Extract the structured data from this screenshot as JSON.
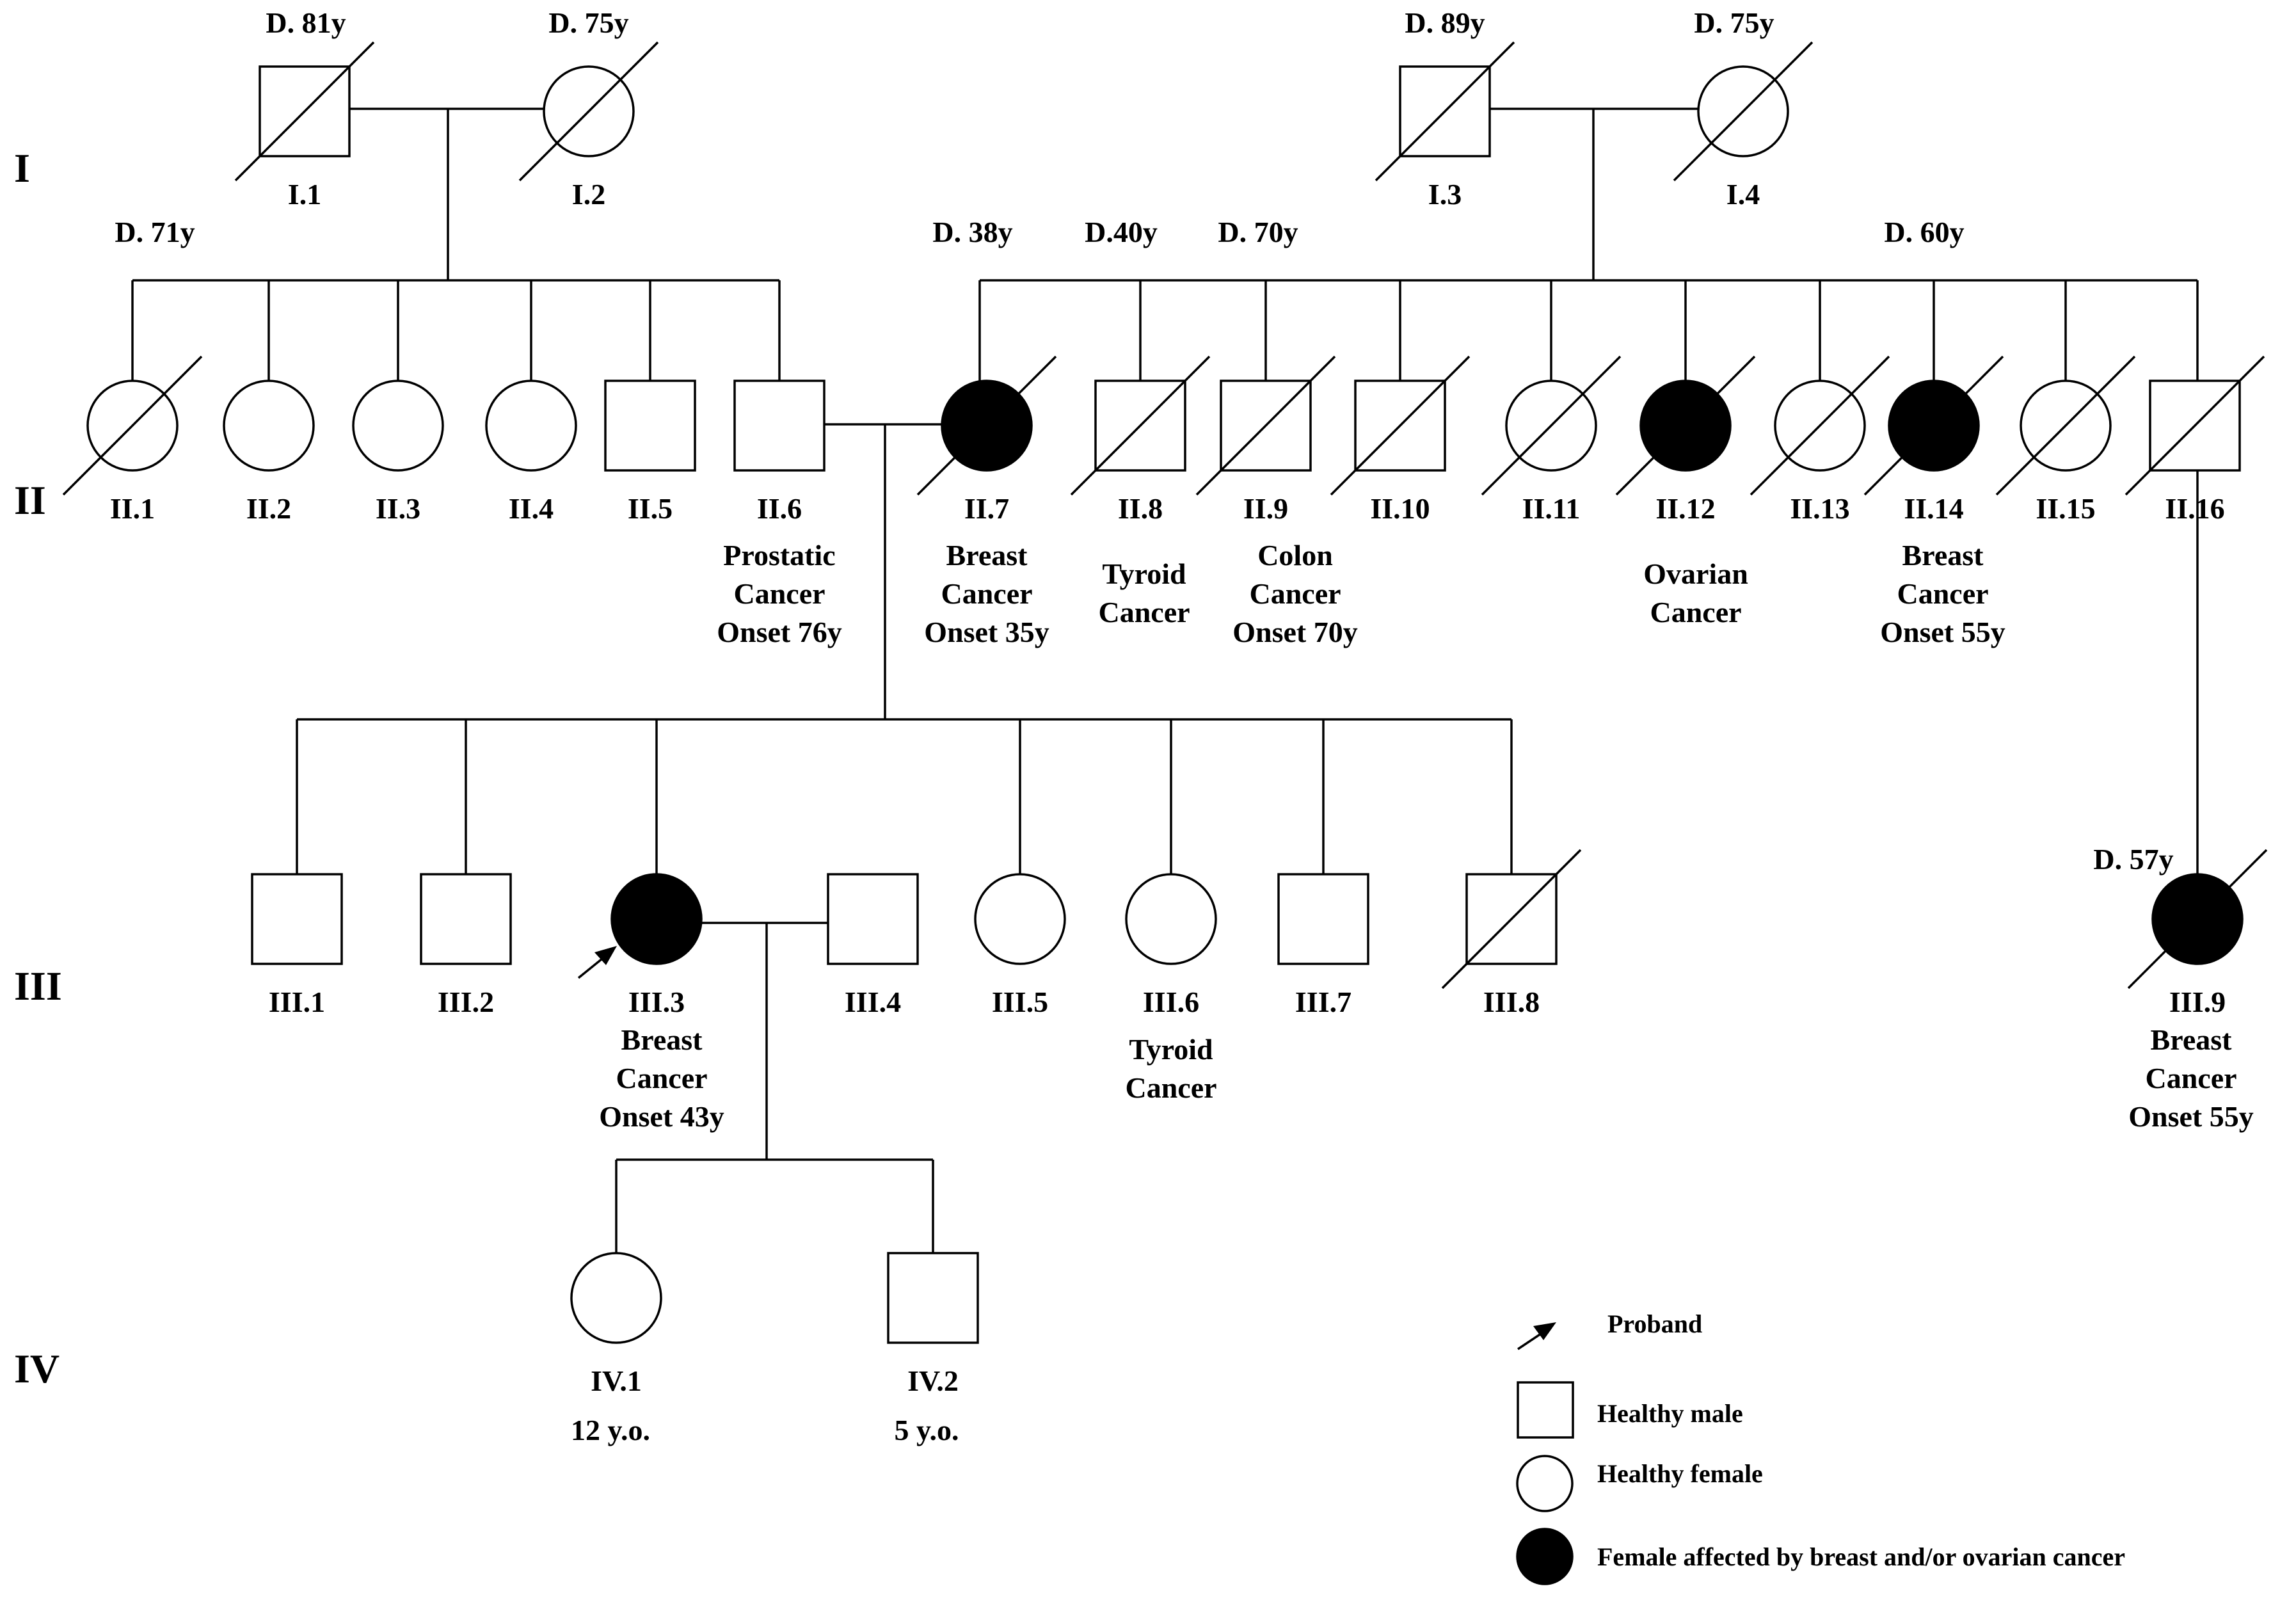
{
  "colors": {
    "affected": "#000000",
    "unaffected": "#ffffff",
    "line": "#000000"
  },
  "generations": [
    "I",
    "II",
    "III",
    "IV"
  ],
  "individuals": [
    {
      "id": "I.1",
      "sex": "male",
      "affected": false,
      "deceased": true,
      "death": "D. 81y",
      "notes": []
    },
    {
      "id": "I.2",
      "sex": "female",
      "affected": false,
      "deceased": true,
      "death": "D. 75y",
      "notes": []
    },
    {
      "id": "I.3",
      "sex": "male",
      "affected": false,
      "deceased": true,
      "death": "D. 89y",
      "notes": []
    },
    {
      "id": "I.4",
      "sex": "female",
      "affected": false,
      "deceased": true,
      "death": "D. 75y",
      "notes": []
    },
    {
      "id": "II.1",
      "sex": "female",
      "affected": false,
      "deceased": true,
      "death": "D. 71y",
      "notes": []
    },
    {
      "id": "II.2",
      "sex": "female",
      "affected": false,
      "deceased": false,
      "death": "",
      "notes": []
    },
    {
      "id": "II.3",
      "sex": "female",
      "affected": false,
      "deceased": false,
      "death": "",
      "notes": []
    },
    {
      "id": "II.4",
      "sex": "female",
      "affected": false,
      "deceased": false,
      "death": "",
      "notes": []
    },
    {
      "id": "II.5",
      "sex": "male",
      "affected": false,
      "deceased": false,
      "death": "",
      "notes": []
    },
    {
      "id": "II.6",
      "sex": "male",
      "affected": false,
      "deceased": false,
      "death": "",
      "notes": [
        "Prostatic",
        "Cancer",
        "Onset 76y"
      ]
    },
    {
      "id": "II.7",
      "sex": "female",
      "affected": true,
      "deceased": true,
      "death": "D. 38y",
      "notes": [
        "Breast",
        "Cancer",
        "Onset 35y"
      ]
    },
    {
      "id": "II.8",
      "sex": "male",
      "affected": false,
      "deceased": true,
      "death": "D.40y",
      "notes": [
        "Tyroid",
        "Cancer"
      ]
    },
    {
      "id": "II.9",
      "sex": "male",
      "affected": false,
      "deceased": true,
      "death": "D. 70y",
      "notes": [
        "Colon",
        "Cancer",
        "Onset 70y"
      ]
    },
    {
      "id": "II.10",
      "sex": "male",
      "affected": false,
      "deceased": true,
      "death": "",
      "notes": []
    },
    {
      "id": "II.11",
      "sex": "female",
      "affected": false,
      "deceased": true,
      "death": "",
      "notes": []
    },
    {
      "id": "II.12",
      "sex": "female",
      "affected": true,
      "deceased": true,
      "death": "",
      "notes": [
        "Ovarian",
        "Cancer"
      ]
    },
    {
      "id": "II.13",
      "sex": "female",
      "affected": false,
      "deceased": true,
      "death": "",
      "notes": []
    },
    {
      "id": "II.14",
      "sex": "female",
      "affected": true,
      "deceased": true,
      "death": "D. 60y",
      "notes": [
        "Breast",
        "Cancer",
        "Onset 55y"
      ]
    },
    {
      "id": "II.15",
      "sex": "female",
      "affected": false,
      "deceased": true,
      "death": "",
      "notes": []
    },
    {
      "id": "II.16",
      "sex": "male",
      "affected": false,
      "deceased": true,
      "death": "",
      "notes": []
    },
    {
      "id": "III.1",
      "sex": "male",
      "affected": false,
      "deceased": false,
      "death": "",
      "notes": []
    },
    {
      "id": "III.2",
      "sex": "male",
      "affected": false,
      "deceased": false,
      "death": "",
      "notes": []
    },
    {
      "id": "III.3",
      "sex": "female",
      "affected": true,
      "deceased": false,
      "death": "",
      "proband": true,
      "notes": [
        "Breast",
        "Cancer",
        "Onset 43y"
      ]
    },
    {
      "id": "III.4",
      "sex": "male",
      "affected": false,
      "deceased": false,
      "death": "",
      "notes": []
    },
    {
      "id": "III.5",
      "sex": "female",
      "affected": false,
      "deceased": false,
      "death": "",
      "notes": []
    },
    {
      "id": "III.6",
      "sex": "female",
      "affected": false,
      "deceased": false,
      "death": "",
      "notes": [
        "Tyroid",
        "Cancer"
      ]
    },
    {
      "id": "III.7",
      "sex": "male",
      "affected": false,
      "deceased": false,
      "death": "",
      "notes": []
    },
    {
      "id": "III.8",
      "sex": "male",
      "affected": false,
      "deceased": true,
      "death": "",
      "notes": []
    },
    {
      "id": "III.9",
      "sex": "female",
      "affected": true,
      "deceased": true,
      "death": "D. 57y",
      "notes": [
        "Breast",
        "Cancer",
        "Onset 55y"
      ]
    },
    {
      "id": "IV.1",
      "sex": "female",
      "affected": false,
      "deceased": false,
      "death": "",
      "notes": [
        "12 y.o."
      ]
    },
    {
      "id": "IV.2",
      "sex": "male",
      "affected": false,
      "deceased": false,
      "death": "",
      "notes": [
        "5 y.o."
      ]
    }
  ],
  "legend": {
    "proband": "Proband",
    "healthy_male": "Healthy male",
    "healthy_female": "Healthy female",
    "affected_female": "Female affected by breast and/or ovarian cancer"
  }
}
